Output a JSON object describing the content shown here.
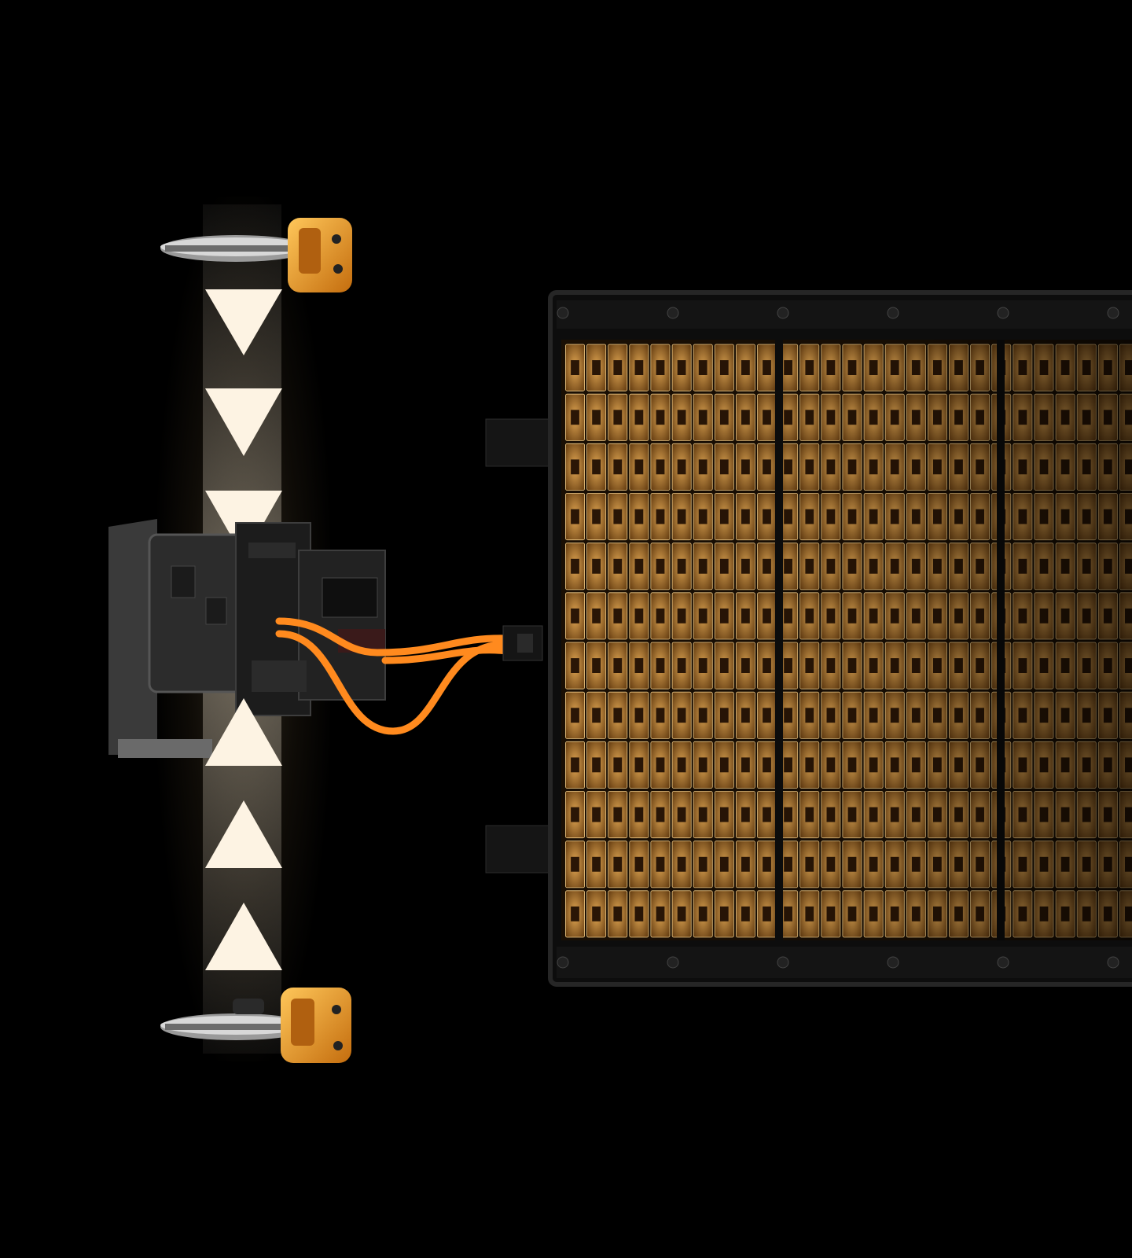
{
  "scene": {
    "description_icons": [
      "brake-disc-icon",
      "brake-caliper-icon",
      "arrow-down-icon",
      "arrow-up-icon",
      "drive-unit-icon",
      "battery-pack-icon",
      "cable-icon"
    ],
    "colors": {
      "background": "#000000",
      "glow": "#fff1dc",
      "arrow": "#fdf3e3",
      "caliper": "#f0a22a",
      "cable": "#ff8a1e",
      "battery_frame": "#1a1a1a",
      "cell_glow": "#e6a94a"
    },
    "arrows": {
      "down_count": 3,
      "up_count": 3
    },
    "battery": {
      "sections": 3,
      "rows": 12
    }
  }
}
